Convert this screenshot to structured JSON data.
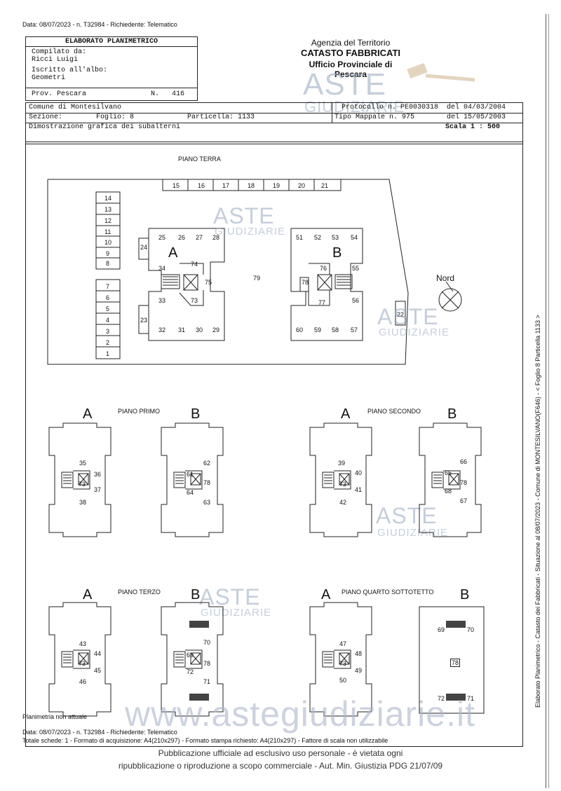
{
  "header_line": "Data: 08/07/2023 - n. T32984 - Richiedente: Telematico",
  "left_box": {
    "title": "ELABORATO PLANIMETRICO",
    "compilato_label": "Compilato da:",
    "compilato_value": "Ricci Luigi",
    "iscritto_label": "Iscritto all'albo:",
    "iscritto_value": "Geometri",
    "prov_label": "Prov. Pescara",
    "n_label": "N.",
    "n_value": "416"
  },
  "agency": {
    "line1": "Agenzia del Territorio",
    "line2": "CATASTO FABBRICATI",
    "line3": "Ufficio Provinciale di",
    "line4": "Pescara"
  },
  "info": {
    "comune": "Comune di Montesilvano",
    "protocollo": "Protocollo n. PE0030318",
    "protocollo_date": "del 04/03/2004",
    "sezione_label": "Sezione:",
    "foglio": "Foglio: 8",
    "particella": "Particella: 1133",
    "tipo_mappale": "Tipo Mappale n. 975",
    "tipo_date": "del 15/05/2003",
    "dimostrazione": "Dimostrazione grafica dei subalterni",
    "scala": "Scala 1 : 500"
  },
  "floors": {
    "piano_terra": "PIANO TERRA",
    "piano_primo": "PIANO PRIMO",
    "piano_secondo": "PIANO SECONDO",
    "piano_terzo": "PIANO TERZO",
    "piano_quarto": "PIANO QUARTO SOTTOTETTO",
    "label_a": "A",
    "label_b": "B",
    "nord": "Nord"
  },
  "ground": {
    "top_row": [
      "15",
      "16",
      "17",
      "18",
      "19",
      "20",
      "21"
    ],
    "left_col_top": [
      "14",
      "13",
      "12",
      "11",
      "10",
      "9",
      "8"
    ],
    "left_col_bottom": [
      "7",
      "6",
      "5",
      "4",
      "3",
      "2",
      "1"
    ],
    "a_top": [
      "25",
      "26",
      "27",
      "28"
    ],
    "a_bottom": [
      "32",
      "31",
      "30",
      "29"
    ],
    "a_misc": [
      "24",
      "34",
      "74",
      "75",
      "33",
      "73",
      "23"
    ],
    "b_top": [
      "51",
      "52",
      "53",
      "54"
    ],
    "b_bottom": [
      "60",
      "59",
      "58",
      "57"
    ],
    "b_misc": [
      "76",
      "55",
      "78",
      "56",
      "77",
      "22"
    ],
    "court": "79"
  },
  "upper_floors": {
    "primo_a": [
      "35",
      "36",
      "73",
      "37",
      "38"
    ],
    "primo_b": [
      "62",
      "61",
      "78",
      "64",
      "63"
    ],
    "secondo_a": [
      "39",
      "40",
      "73",
      "41",
      "42"
    ],
    "secondo_b": [
      "66",
      "65",
      "78",
      "68",
      "67"
    ],
    "terzo_a": [
      "43",
      "44",
      "73",
      "45",
      "46"
    ],
    "terzo_b": [
      "70",
      "69",
      "78",
      "72",
      "71"
    ],
    "quarto_a": [
      "47",
      "48",
      "73",
      "49",
      "50"
    ],
    "quarto_b": [
      "69",
      "70",
      "78",
      "72",
      "71"
    ]
  },
  "side_text": "Elaborato Planimetrico - Catasto dei Fabbricati - Situazione al 08/07/2023 - Comune di MONTESILVANO(F646) - < Foglio 8 Particella 1133 >",
  "watermark_aste": "ASTE",
  "watermark_giudiziarie": "GIUDIZIARIE",
  "watermark_site": "www.astegiudiziarie.it",
  "footer": {
    "planimetria": "Planimetria non attuale",
    "line1": "Data: 08/07/2023 - n. T32984 - Richiedente: Telematico",
    "line2": "Totale schede: 1 - Formato di acquisizione: A4(210x297) - Formato stampa richiesto: A4(210x297) - Fattore di scala non utilizzabile",
    "pub1": "Pubblicazione ufficiale ad esclusivo uso personale - è vietata ogni",
    "pub2": "ripubblicazione o riproduzione a scopo commerciale - Aut. Min. Giustizia PDG 21/07/09"
  }
}
